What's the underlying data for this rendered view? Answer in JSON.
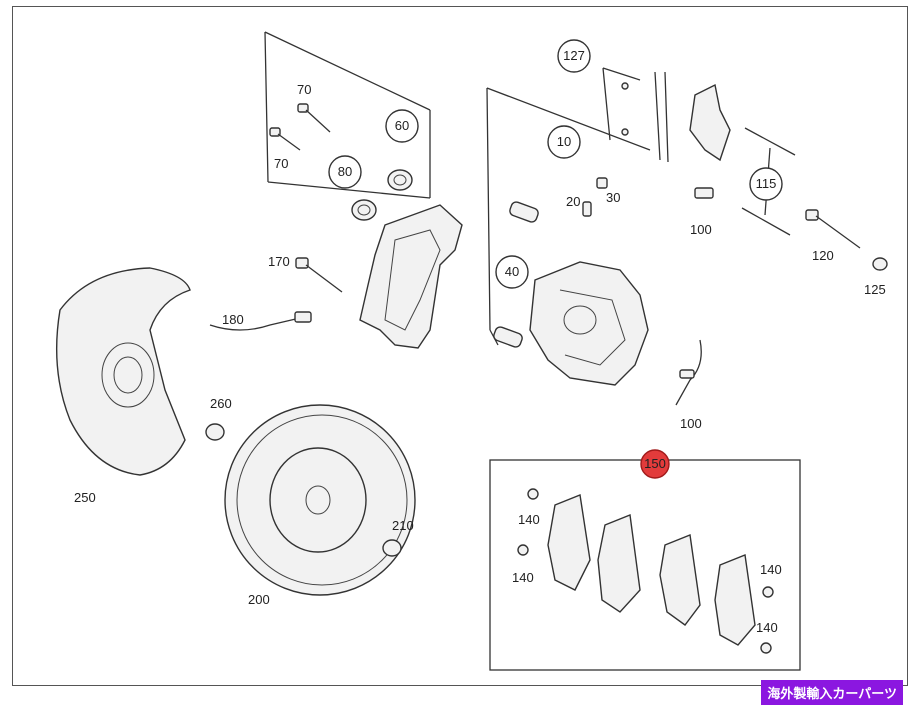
{
  "diagram": {
    "callouts_circled": [
      "127",
      "60",
      "10",
      "80",
      "115",
      "40",
      "150"
    ],
    "labels": [
      "70",
      "70",
      "20",
      "30",
      "100",
      "120",
      "125",
      "170",
      "180",
      "100",
      "260",
      "250",
      "210",
      "200",
      "140",
      "140",
      "140",
      "140"
    ]
  },
  "badge": {
    "text": "海外製輸入カーパーツ",
    "color": "#8b17e0"
  },
  "colors": {
    "highlight_bubble": "#e23b3b",
    "line": "#333333"
  }
}
